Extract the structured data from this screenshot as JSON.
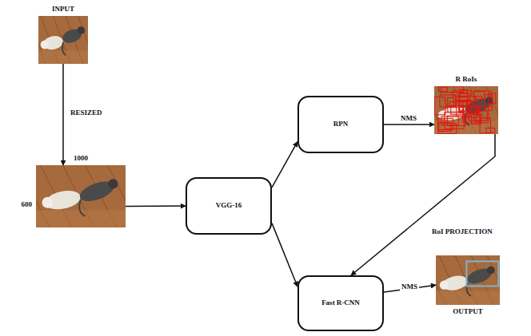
{
  "diagram": {
    "nodes": [
      {
        "text": [
          "INPUT"
        ]
      },
      {
        "text": [
          "1000",
          "600"
        ]
      },
      {
        "text": [
          "VGG-16"
        ]
      },
      {
        "text": [
          "RPN"
        ]
      },
      {
        "text": [
          "R RoIs"
        ]
      },
      {
        "text": [
          "Fast R-CNN"
        ]
      },
      {
        "text": [
          "OUTPUT"
        ]
      }
    ],
    "edges": [
      {
        "from": 0,
        "to": 1,
        "label": "RESIZED",
        "arrow": "to"
      },
      {
        "from": 1,
        "to": 2,
        "arrow": "to"
      },
      {
        "from": 2,
        "to": 3,
        "arrow": "to"
      },
      {
        "from": 2,
        "to": 5,
        "arrow": "to"
      },
      {
        "from": 3,
        "to": 4,
        "label": "NMS",
        "arrow": "to"
      },
      {
        "from": 4,
        "to": 5,
        "label": "RoI PROJECTION",
        "arrow": "to"
      },
      {
        "from": 5,
        "to": 6,
        "label": "NMS",
        "arrow": "to"
      }
    ]
  }
}
